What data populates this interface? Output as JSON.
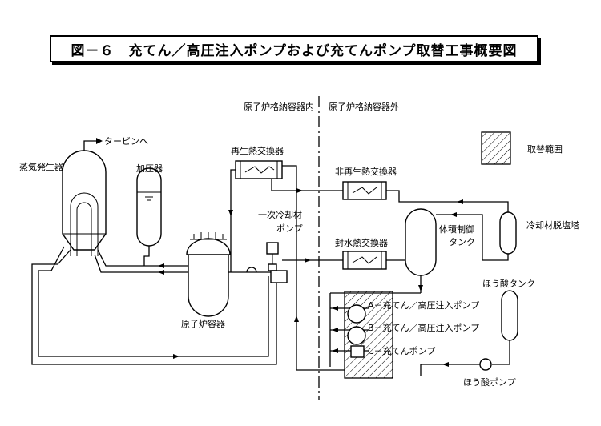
{
  "title": "図－６　充てん／高圧注入ポンプおよび充てんポンプ取替工事概要図",
  "labels": {
    "inside_containment": "原子炉格納容器内",
    "outside_containment": "原子炉格納容器外",
    "to_turbine": "タービンへ",
    "steam_generator": "蒸気発生器",
    "pressurizer": "加圧器",
    "regen_hx": "再生熱交換器",
    "non_regen_hx": "非再生熱交換器",
    "primary_pump_line1": "一次冷却材",
    "primary_pump_line2": "ポンプ",
    "seal_water_hx": "封水熱交換器",
    "vct_line1": "体積制御",
    "vct_line2": "タンク",
    "demineralizer": "冷却材脱塩塔",
    "replacement_scope": "取替範囲",
    "reactor_vessel": "原子炉容器",
    "boric_acid_tank": "ほう酸タンク",
    "boric_acid_pump": "ほう酸ポンプ",
    "pump_a": "A－充てん／高圧注入ポンプ",
    "pump_b": "B－充てん／高圧注入ポンプ",
    "pump_c": "C－充てんポンプ"
  }
}
